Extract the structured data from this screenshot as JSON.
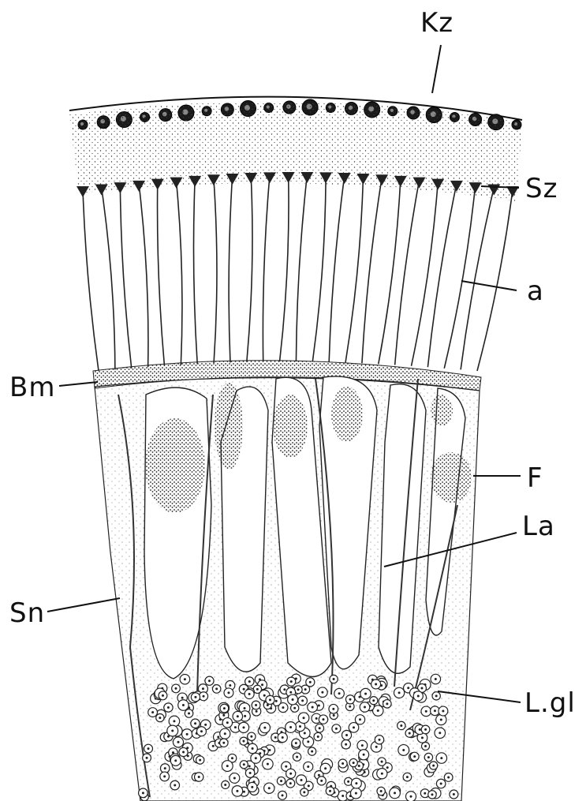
{
  "figure": {
    "labels": {
      "kz": "Kz",
      "sz": "Sz",
      "a": "a",
      "bm": "Bm",
      "f": "F",
      "la": "La",
      "sn": "Sn",
      "lgl": "L.gl"
    }
  }
}
